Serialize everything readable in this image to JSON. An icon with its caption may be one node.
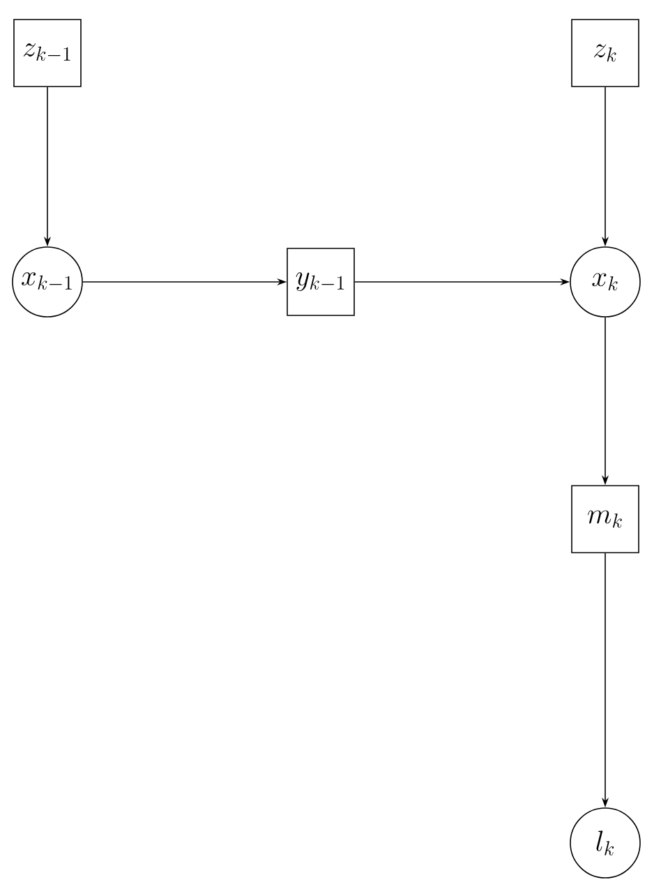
{
  "diagram": {
    "nodes": [
      {
        "text": [
          "z_{k-1}"
        ]
      },
      {
        "text": [
          "z_k"
        ]
      },
      {
        "text": [
          "x_{k-1}"
        ]
      },
      {
        "text": [
          "y_{k-1}"
        ]
      },
      {
        "text": [
          "x_k"
        ]
      },
      {
        "text": [
          "m_k"
        ]
      },
      {
        "text": [
          "l_k"
        ]
      }
    ],
    "edges": [
      {
        "from": 0,
        "to": 2,
        "arrow": "to"
      },
      {
        "from": 1,
        "to": 4,
        "arrow": "to"
      },
      {
        "from": 2,
        "to": 3,
        "arrow": "to"
      },
      {
        "from": 3,
        "to": 4,
        "arrow": "to"
      },
      {
        "from": 4,
        "to": 5,
        "arrow": "to"
      },
      {
        "from": 5,
        "to": 6,
        "arrow": "to"
      }
    ]
  }
}
